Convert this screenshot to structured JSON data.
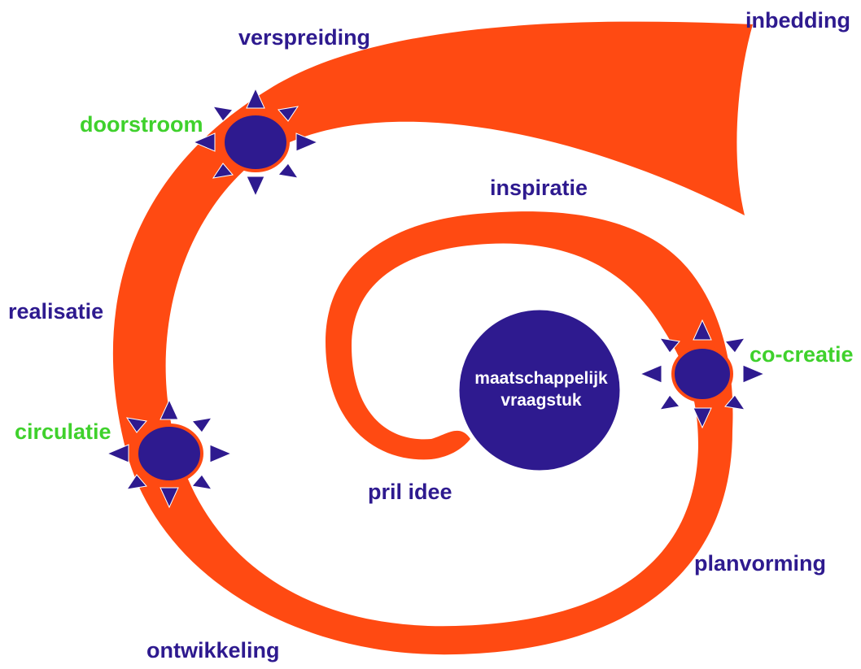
{
  "colors": {
    "spiral": "#ff4a12",
    "node_fill": "#2e1a8f",
    "phase_text": "#2e1a8f",
    "event_text": "#3fd12c",
    "center_text": "#ffffff"
  },
  "center": {
    "line1": "maatschappelijk",
    "line2": "vraagstuk"
  },
  "phases": {
    "inbedding": "inbedding",
    "verspreiding": "verspreiding",
    "inspiratie": "inspiratie",
    "realisatie": "realisatie",
    "pril_idee": "pril idee",
    "planvorming": "planvorming",
    "ontwikkeling": "ontwikkeling"
  },
  "events": {
    "doorstroom": "doorstroom",
    "co_creatie": "co-creatie",
    "circulatie": "circulatie"
  }
}
